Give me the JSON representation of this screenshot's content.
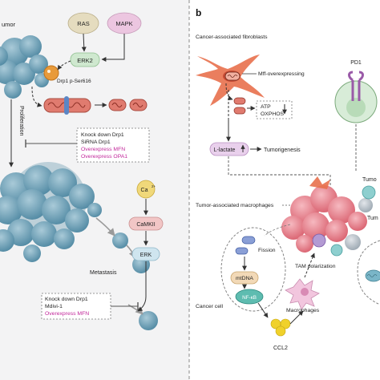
{
  "panel_a": {
    "tumor_label": "umor",
    "ras_label": "RAS",
    "mapk_label": "MAPK",
    "erk2_label": "ERK2",
    "drp1_label": "Drp1 p-Ser616",
    "proliferation_label": "Proliferation",
    "inhibit_box_1": {
      "line1": "Knock down Drp1",
      "line2": "SiRNA Drp1",
      "line3": "Overexpress MFN",
      "line4": "Overexpress OPA1"
    },
    "ca_label": "Ca",
    "ca_sup": "2+",
    "camkii_label": "CaMKII",
    "erk_label": "ERK",
    "metastasis_label": "Metastasis",
    "inhibit_box_2": {
      "line1": "Knock down Drp1",
      "line2": "Mdivi-1",
      "line3": "Overexpress MFN"
    }
  },
  "panel_b": {
    "panel_letter": "b",
    "caf_label": "Cancer-associated fibroblasts",
    "mff_label": "Mff-overexpressing",
    "atp_label": "ATP",
    "oxphos_label": "OXPHOS",
    "llactate_label": "L-lactate",
    "tumorigenesis_label": "Tumorigenesis",
    "pd1_label": "PD1",
    "tumor_right_1": "Tumo",
    "tumor_right_2": "Tum",
    "tam_label": "Tumor-associated macrophages",
    "fission_label": "Fission",
    "mtdna_label": "mtDNA",
    "nfkb_label": "NF-κB",
    "cancer_cell_label": "Cancer cell",
    "macrophages_label": "Macrophages",
    "tam_polarization_label": "TAM polarization",
    "ccl2_label": "CCL2"
  },
  "colors": {
    "ras": "#e5dcbf",
    "mapk": "#ecc6e0",
    "erk2": "#cfe8cf",
    "camkii": "#f2c6c6",
    "erk": "#cfe5ef",
    "llactate": "#e9d0ec",
    "mtdna": "#f2d9b7",
    "nfkb": "#5ebcb0",
    "tumor_a": "#6f9fb6",
    "tumor_b": "#e68a95",
    "fibroblast": "#e8704d",
    "magenta_text": "#c2269a",
    "ccl2": "#f0d12b"
  }
}
